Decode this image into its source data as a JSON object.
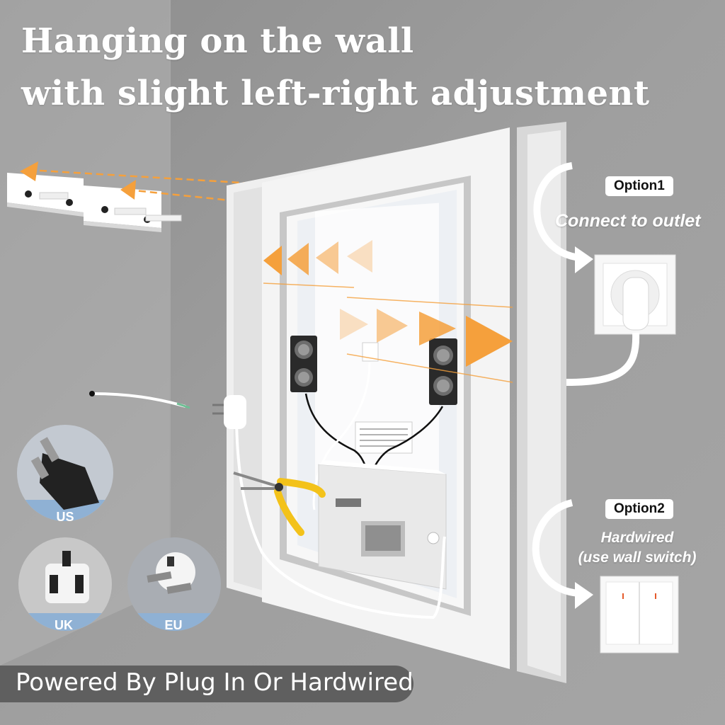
{
  "headline": {
    "line1": "Hanging on the wall",
    "line2": "with slight left-right adjustment"
  },
  "options": [
    {
      "badge": "Option1",
      "text": "Connect to outlet"
    },
    {
      "badge": "Option2",
      "text_line1": "Hardwired",
      "text_line2": "(use wall switch)"
    }
  ],
  "plugs": [
    {
      "label": "US"
    },
    {
      "label": "UK"
    },
    {
      "label": "EU"
    }
  ],
  "footer": "Powered By Plug In Or Hardwired",
  "colors": {
    "background": "#9a9a9a",
    "wall": "#8f8f8f",
    "accent_orange": "#f5a03c",
    "plug_label_bg": "#8fb1d4",
    "footer_bg": "#5f5f5f",
    "text": "#ffffff"
  }
}
